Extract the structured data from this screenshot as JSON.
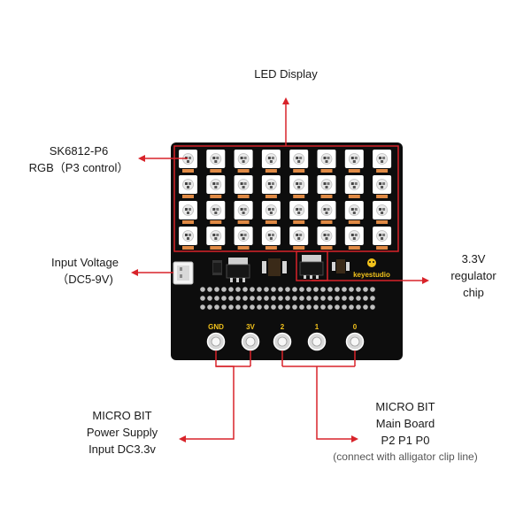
{
  "labels": {
    "led_display": "LED Display",
    "sk6812_line1": "SK6812-P6",
    "sk6812_line2": "RGB（P3 control）",
    "input_voltage_line1": "Input  Voltage",
    "input_voltage_line2": "（DC5-9V)",
    "regulator_line1": "3.3V",
    "regulator_line2": "regulator",
    "regulator_line3": "chip",
    "power_line1": "MICRO BIT",
    "power_line2": "Power Supply",
    "power_line3": "Input DC3.3v",
    "mainboard_line1": "MICRO BIT",
    "mainboard_line2": "Main Board",
    "mainboard_line3": "P2 P1 P0",
    "mainboard_note": "(connect with alligator clip line)"
  },
  "board": {
    "brand": "keyestudio",
    "pins": [
      "GND",
      "3V",
      "2",
      "1",
      "0"
    ],
    "led_rows": 4,
    "led_cols": 8
  },
  "colors": {
    "board": "#0d0d0d",
    "callout": "#d8232a",
    "pin_label": "#f2c21b",
    "led_body": "#ffffff",
    "led_pad": "#e08a45"
  }
}
